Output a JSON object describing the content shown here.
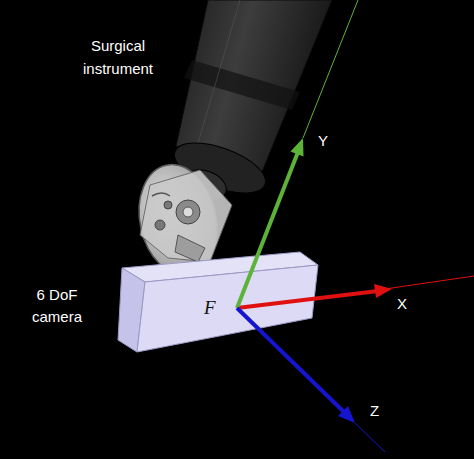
{
  "diagram": {
    "labels": [
      "Surgical instrument",
      "Y",
      "6 DoF camera",
      "F",
      "X",
      "Z"
    ]
  }
}
